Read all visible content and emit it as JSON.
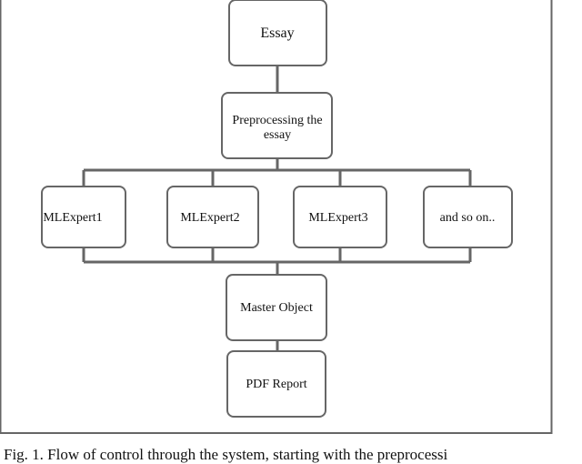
{
  "diagram": {
    "nodes": {
      "essay": "Essay",
      "preprocess_line1": "Preprocessing the",
      "preprocess_line2": "essay",
      "mlexpert1": "MLExpert1",
      "mlexpert2": "MLExpert2",
      "mlexpert3": "MLExpert3",
      "and_so_on": "and so on..",
      "master_object": "Master Object",
      "pdf_report": "PDF Report"
    },
    "caption": "Fig. 1.   Flow of control through the system, starting with the preprocessi"
  }
}
